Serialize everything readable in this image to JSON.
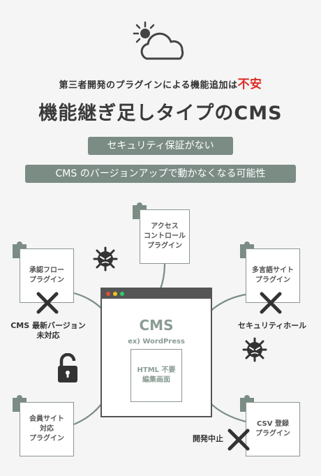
{
  "header": {
    "subtitle_main": "第三者開発のプラグインによる機能追加は",
    "subtitle_warn": "不安",
    "title": "機能継ぎ足しタイプのCMS"
  },
  "issues": [
    "セキュリティ保証がない",
    "CMS のバージョンアップで動かなくなる可能性"
  ],
  "center": {
    "name": "CMS",
    "example": "ex) WordPress",
    "inner_line1": "HTML 不要",
    "inner_line2": "編集画面"
  },
  "plugins": {
    "access": [
      "アクセス",
      "コントロール",
      "プラグイン"
    ],
    "approval": [
      "承認フロー",
      "プラグイン"
    ],
    "multilang": [
      "多言語サイト",
      "プラグイン"
    ],
    "member": [
      "会員サイト",
      "対応",
      "プラグイン"
    ],
    "csv": [
      "CSV 登録",
      "プラグイン"
    ]
  },
  "captions": {
    "cms_update_line1": "CMS 最新バージョン",
    "cms_update_line2": "未対応",
    "security_hole": "セキュリティホール",
    "dev_stopped": "開発中止"
  },
  "colors": {
    "accent_red": "#e02a24",
    "pill_bg": "#7b8c85",
    "window_frame": "#555555",
    "muted_green": "#8a9c94"
  }
}
